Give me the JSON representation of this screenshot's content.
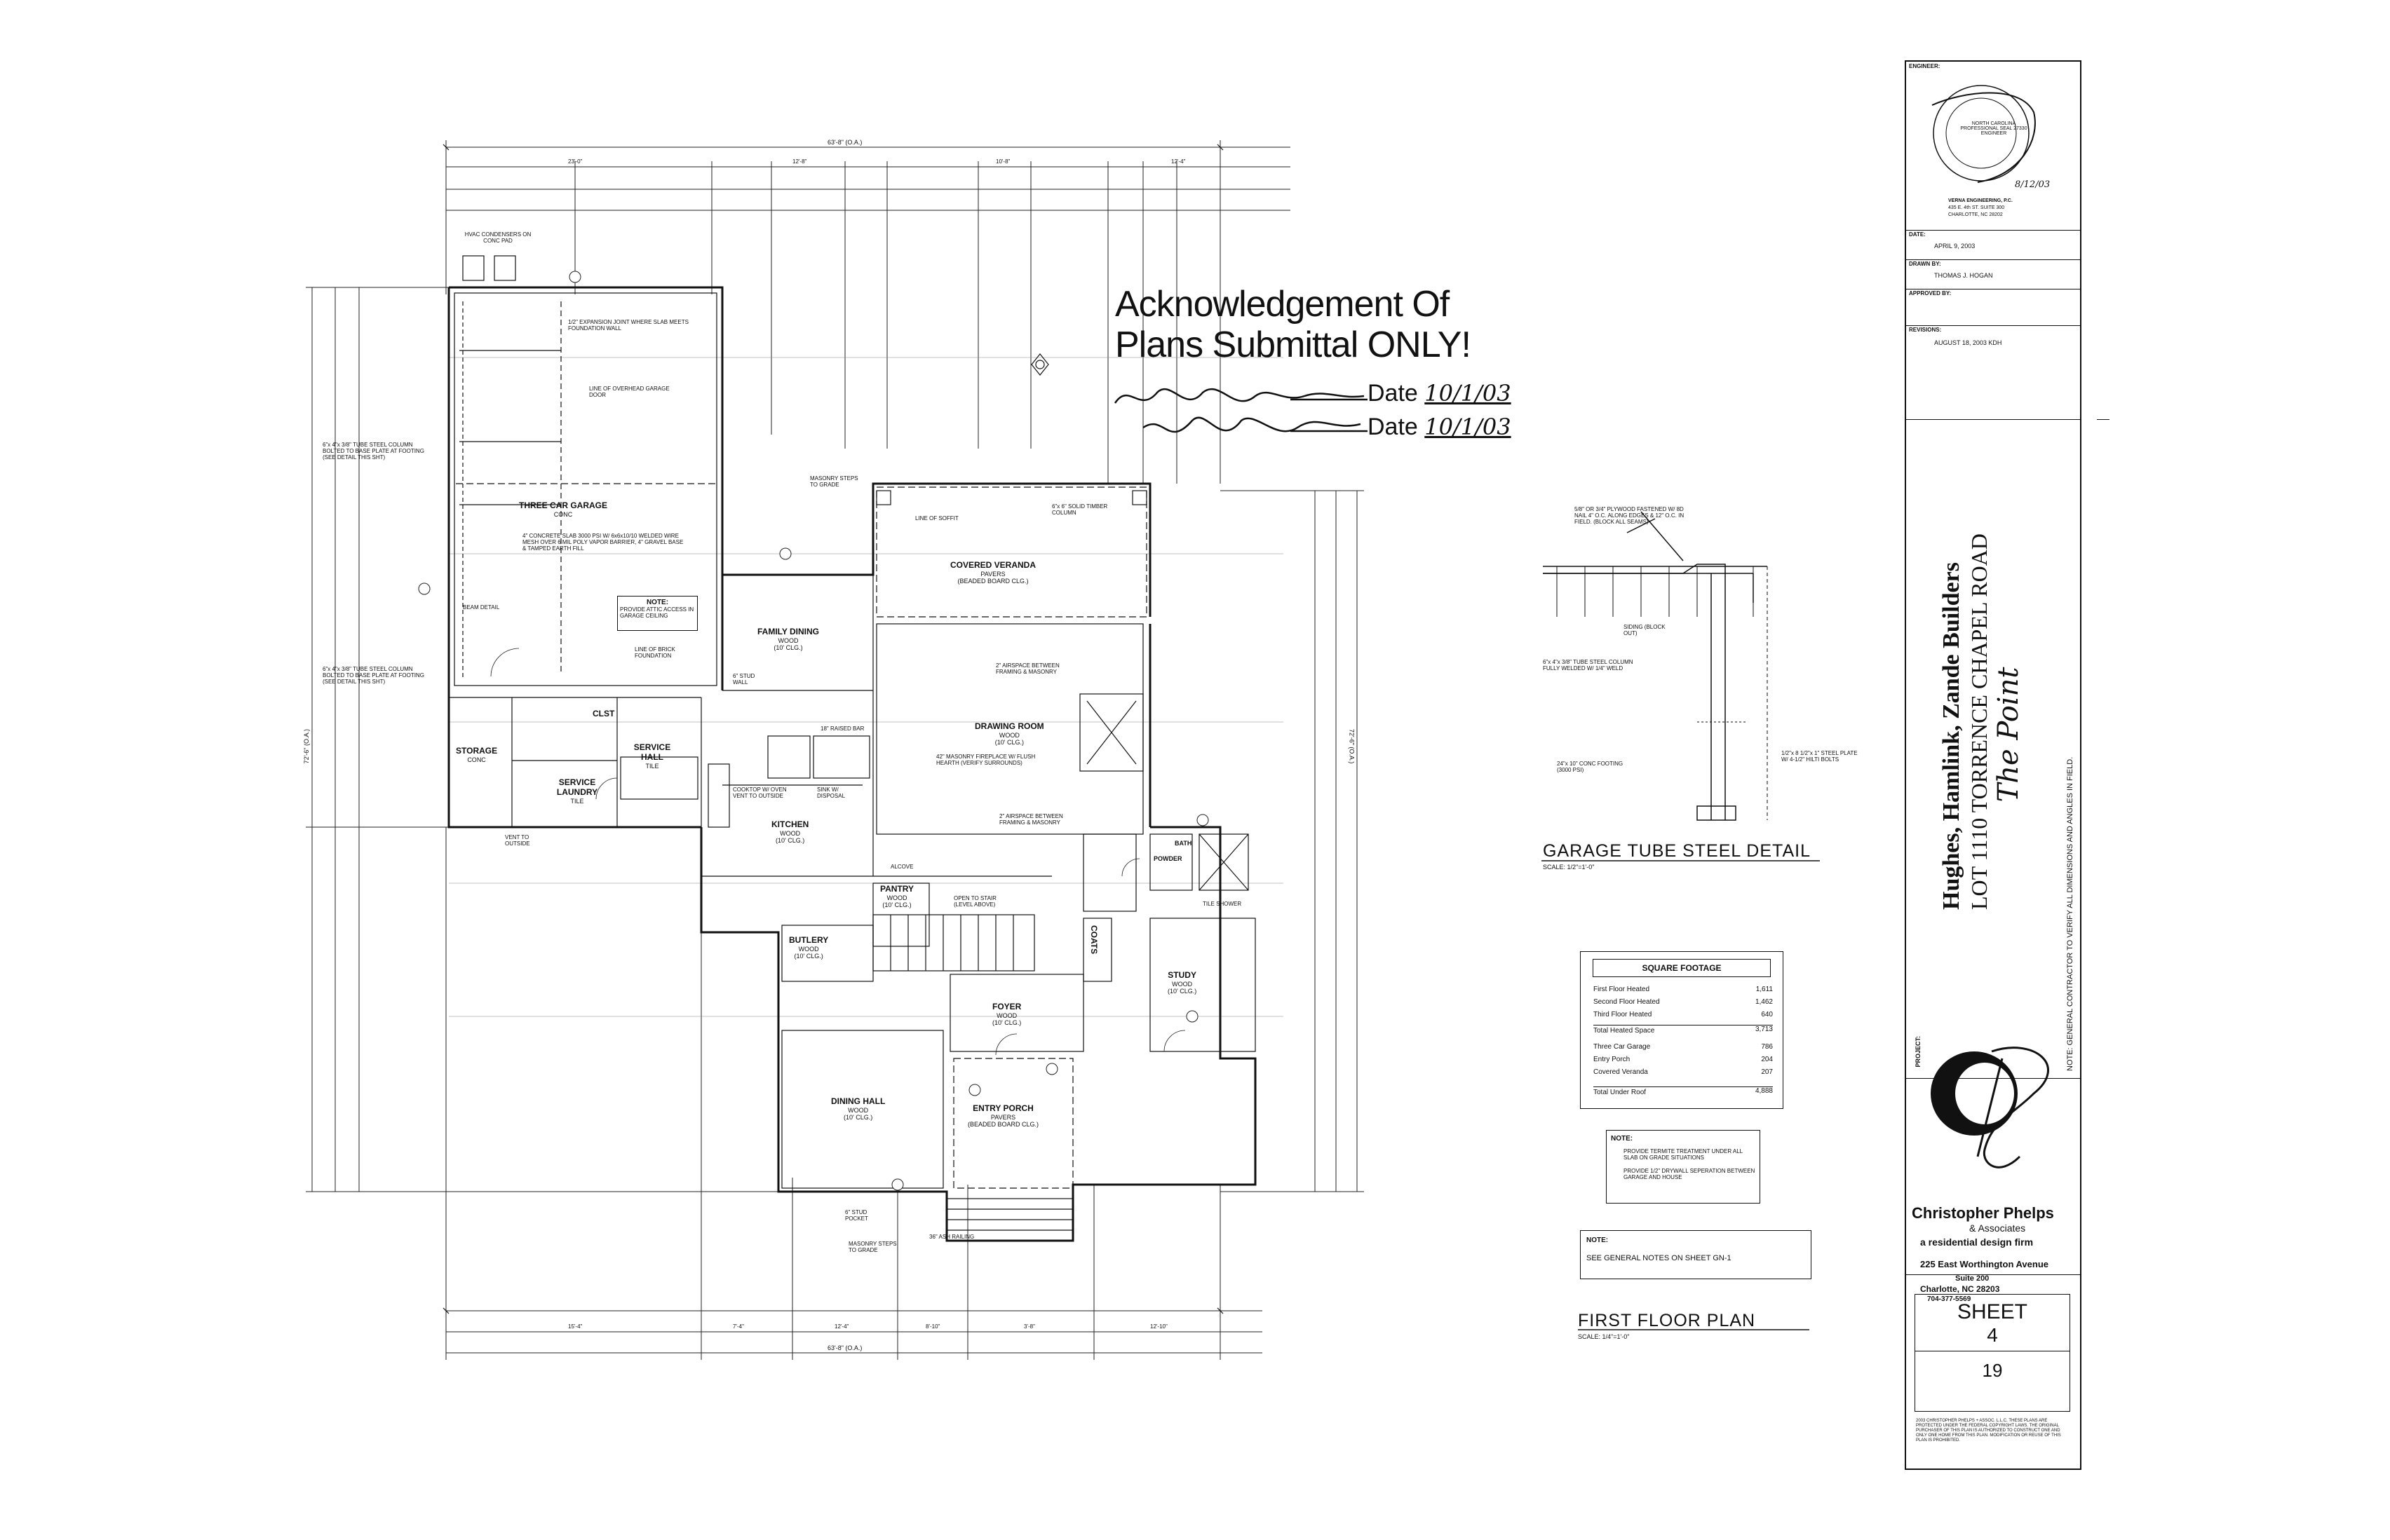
{
  "acknowledgement": {
    "line1": "Acknowledgement Of",
    "line2": "Plans Submittal ONLY!",
    "date_label": "Date",
    "date1": "10/1/03",
    "date2": "10/1/03"
  },
  "rooms": {
    "garage": {
      "name": "THREE CAR GARAGE",
      "floor": "CONC"
    },
    "storage": {
      "name": "STORAGE",
      "floor": "CONC"
    },
    "laundry": {
      "name": "SERVICE LAUNDRY",
      "floor": "TILE"
    },
    "service_hall": {
      "name": "SERVICE HALL",
      "floor": "TILE"
    },
    "clst": {
      "name": "CLST"
    },
    "family_dining": {
      "name": "FAMILY DINING",
      "floor": "WOOD",
      "ceiling": "(10' CLG.)"
    },
    "covered_veranda": {
      "name": "COVERED VERANDA",
      "floor": "PAVERS",
      "ceiling": "(BEADED BOARD CLG.)"
    },
    "drawing_room": {
      "name": "DRAWING ROOM",
      "floor": "WOOD",
      "ceiling": "(10' CLG.)"
    },
    "kitchen": {
      "name": "KITCHEN",
      "floor": "WOOD",
      "ceiling": "(10' CLG.)"
    },
    "pantry": {
      "name": "PANTRY",
      "floor": "WOOD",
      "ceiling": "(10' CLG.)"
    },
    "butlery": {
      "name": "BUTLERY",
      "floor": "WOOD",
      "ceiling": "(10' CLG.)"
    },
    "foyer": {
      "name": "FOYER",
      "floor": "WOOD",
      "ceiling": "(10' CLG.)"
    },
    "study": {
      "name": "STUDY",
      "floor": "WOOD",
      "ceiling": "(10' CLG.)"
    },
    "dining_hall": {
      "name": "DINING HALL",
      "floor": "WOOD",
      "ceiling": "(10' CLG.)"
    },
    "entry_porch": {
      "name": "ENTRY PORCH",
      "floor": "PAVERS",
      "ceiling": "(BEADED BOARD CLG.)"
    },
    "coats": {
      "name": "COATS"
    },
    "powder": {
      "name": "POWDER"
    },
    "bath": {
      "name": "BATH"
    }
  },
  "plan_notes": {
    "hvac": "HVAC CONDENSERS ON CONC PAD",
    "expansion_joint": "1/2\" EXPANSION JOINT WHERE SLAB MEETS FOUNDATION WALL",
    "garage_door": "LINE OF OVERHEAD GARAGE DOOR",
    "slab": "4\" CONCRETE SLAB 3000 PSI W/ 6x6x10/10 WELDED WIRE MESH OVER 6 MIL POLY VAPOR BARRIER, 4\" GRAVEL BASE & TAMPED EARTH FILL",
    "garage_note_title": "NOTE:",
    "garage_note": "PROVIDE ATTIC ACCESS IN GARAGE CEILING",
    "beam_detail": "BEAM DETAIL",
    "column1": "6\"x 4\"x 3/8\" TUBE STEEL COLUMN BOLTED TO BASE PLATE AT FOOTING (SEE DETAIL THIS SHT)",
    "column2": "6\"x 4\"x 3/8\" TUBE STEEL COLUMN BOLTED TO BASE PLATE AT FOOTING (SEE DETAIL THIS SHT)",
    "brick": "LINE OF BRICK FOUNDATION",
    "fireplace": "42\" MASONRY FIREPLACE W/ FLUSH HEARTH (VERIFY SURROUNDS)",
    "cooktop": "COOKTOP W/ OVEN VENT TO OUTSIDE",
    "sink": "SINK W/ DISPOSAL",
    "open_stair": "OPEN TO STAIR (LEVEL ABOVE)",
    "raised_bar": "18\" RAISED BAR",
    "alcove": "ALCOVE",
    "masonry_steps1": "MASONRY STEPS TO GRADE",
    "masonry_steps2": "MASONRY STEPS TO GRADE",
    "vent": "VENT TO OUTSIDE",
    "stud_pocket": "6\" STUD POCKET",
    "railing": "36\" ASH RAILING",
    "line_of_soffit": "LINE OF SOFFIT",
    "solid_column": "6\"x 6\" SOLID TIMBER COLUMN",
    "airspace1": "2\" AIRSPACE BETWEEN FRAMING & MASONRY",
    "airspace2": "2\" AIRSPACE BETWEEN FRAMING & MASONRY",
    "stud_wall": "6\" STUD WALL",
    "tile_shower": "TILE SHOWER"
  },
  "dimensions": {
    "overall_top": "63'-8\" (O.A.)",
    "overall_bottom": "63'-8\" (O.A.)",
    "left_overall": "72'-6\" (O.A.)",
    "right_overall": "72'-6\" (O.A.)",
    "top_segments": [
      "23'-0\"",
      "12'-8\"",
      "10'-8\"",
      "12'-4\""
    ],
    "bottom_segments": [
      "15'-4\"",
      "7'-4\"",
      "12'-4\"",
      "8'-10\"",
      "3'-8\"",
      "12'-10\""
    ]
  },
  "garage_detail": {
    "title": "GARAGE TUBE STEEL DETAIL",
    "scale": "SCALE: 1/2\"=1'-0\"",
    "note1": "5/8\" OR 3/4\" PLYWOOD FASTENED W/ 8D NAIL 4\" O.C. ALONG EDGES & 12\" O.C. IN FIELD. (BLOCK ALL SEAMS)",
    "note2": "SIDING (BLOCK OUT)",
    "note3": "6\"x 4\"x 3/8\" TUBE STEEL COLUMN FULLY WELDED W/ 1/4\" WELD",
    "note4": "24\"x 10\" CONC FOOTING (3000 PSI)",
    "note5": "1/2\"x 8 1/2\"x 1\" STEEL PLATE W/ 4-1/2\" HILTI BOLTS"
  },
  "square_footage": {
    "title": "SQUARE FOOTAGE",
    "rows": [
      {
        "label": "First Floor Heated",
        "value": "1,611"
      },
      {
        "label": "Second Floor Heated",
        "value": "1,462"
      },
      {
        "label": "Third Floor Heated",
        "value": "640"
      },
      {
        "label": "Total Heated Space",
        "value": "3,713"
      },
      {
        "label": "Three Car Garage",
        "value": "786"
      },
      {
        "label": "Entry Porch",
        "value": "204"
      },
      {
        "label": "Covered Veranda",
        "value": "207"
      },
      {
        "label": "Total Under Roof",
        "value": "4,888"
      }
    ]
  },
  "notes_box": {
    "title": "NOTE:",
    "lines": [
      "PROVIDE TERMITE TREATMENT UNDER ALL SLAB ON GRADE SITUATIONS",
      "PROVIDE 1/2\" DRYWALL SEPERATION BETWEEN GARAGE AND HOUSE"
    ]
  },
  "general_note": {
    "title": "NOTE:",
    "text": "SEE GENERAL NOTES ON SHEET GN-1"
  },
  "plan_title": {
    "title": "FIRST FLOOR PLAN",
    "scale": "SCALE: 1/4\"=1'-0\""
  },
  "title_block": {
    "engineer_label": "ENGINEER:",
    "seal_text": "NORTH CAROLINA PROFESSIONAL SEAL 27330 ENGINEER",
    "seal_date": "8/12/03",
    "engineer_name": "VERNA ENGINEERING, P.C.",
    "engineer_addr1": "435 E. 4th ST. SUITE 300",
    "engineer_addr2": "CHARLOTTE, NC 28202",
    "date_label": "DATE:",
    "date": "APRIL 9, 2003",
    "drawn_label": "DRAWN BY:",
    "drawn_by": "THOMAS J. HOGAN",
    "approved_label": "APPROVED BY:",
    "revisions_label": "REVISIONS:",
    "revision": "AUGUST 18, 2003 KDH",
    "project_label": "PROJECT:",
    "builder": "Hughes, Hamlink, Zande Builders",
    "lot": "LOT 1110 TORRENCE CHAPEL ROAD",
    "project_name": "The Point",
    "side_note": "NOTE: GENERAL CONTRACTOR TO VERIFY ALL DIMENSIONS AND ANGLES IN FIELD.",
    "firm_name": "Christopher Phelps",
    "firm_assoc": "& Associates",
    "firm_tag": "a residential design firm",
    "addr1": "225 East Worthington Avenue",
    "addr2": "Suite 200",
    "addr3": "Charlotte, NC 28203",
    "phone": "704-377-5569",
    "sheet_label": "SHEET",
    "sheet_number": "4",
    "sheet_total": "19",
    "copyright": "2003 CHRISTOPHER PHELPS + ASSOC. L.L.C. THESE PLANS ARE PROTECTED UNDER THE FEDERAL COPYRIGHT LAWS. THE ORIGINAL PURCHASER OF THIS PLAN IS AUTHORIZED TO CONSTRUCT ONE AND ONLY ONE HOME FROM THIS PLAN. MODIFICATION OR REUSE OF THIS PLAN IS PROHIBITED."
  }
}
